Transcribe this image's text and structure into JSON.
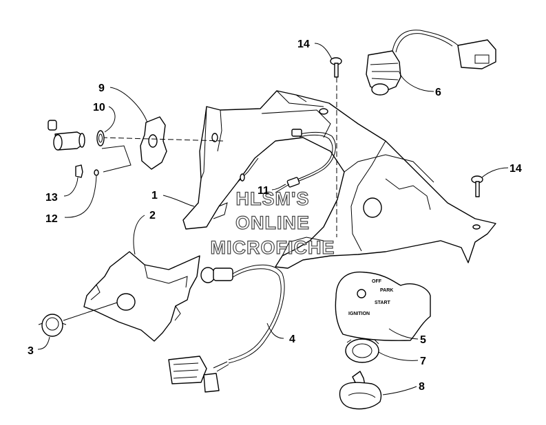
{
  "watermark": {
    "line1": "HLSM'S",
    "line2": "ONLINE",
    "line3": "MICROFICHE"
  },
  "switch_plate": {
    "off": "OFF",
    "park": "PARK",
    "start": "START",
    "ignition": "IGNITION"
  },
  "callouts": {
    "c1": "1",
    "c2": "2",
    "c3": "3",
    "c4": "4",
    "c5": "5",
    "c6": "6",
    "c7": "7",
    "c8": "8",
    "c9": "9",
    "c10": "10",
    "c11": "11",
    "c12": "12",
    "c13": "13",
    "c14a": "14",
    "c14b": "14"
  }
}
